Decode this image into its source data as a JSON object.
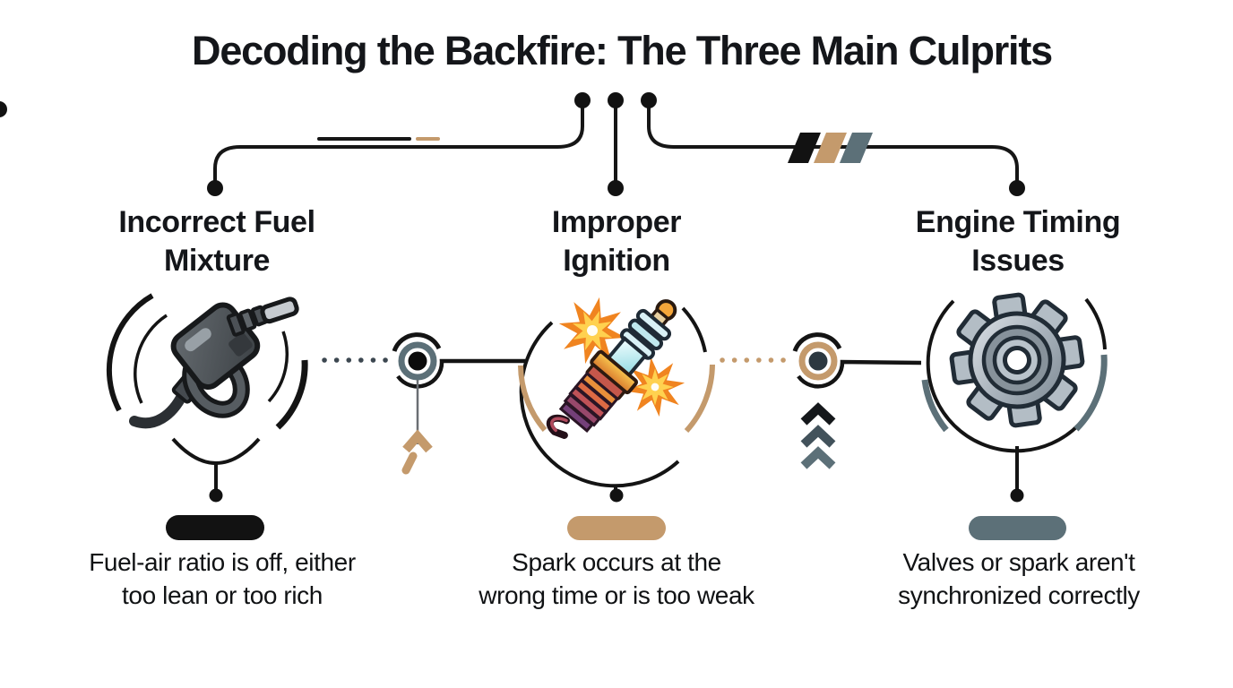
{
  "title": "Decoding the Backfire: The Three Main Culprits",
  "colors": {
    "black": "#121212",
    "line": "#161616",
    "tan": "#c49a6c",
    "slate": "#5c7078",
    "slate_dark": "#42525b",
    "dot_gray": "#3c4750",
    "node_center_dark": "#2c3840"
  },
  "columns": [
    {
      "id": "incorrect-fuel-mixture",
      "heading_line1": "Incorrect Fuel",
      "heading_line2": "Mixture",
      "icon": "fuel-nozzle-icon",
      "pill_color": "#121212",
      "desc_line1": "Fuel-air ratio is off, either",
      "desc_line2": "too lean or too rich"
    },
    {
      "id": "improper-ignition",
      "heading_line1": "Improper",
      "heading_line2": "Ignition",
      "icon": "spark-plug-icon",
      "pill_color": "#c49a6c",
      "desc_line1": "Spark occurs at the",
      "desc_line2": "wrong time or is too weak"
    },
    {
      "id": "engine-timing-issues",
      "heading_line1": "Engine Timing",
      "heading_line2": "Issues",
      "icon": "gear-icon",
      "pill_color": "#5c7078",
      "desc_line1": "Valves or spark aren't",
      "desc_line2": "synchronized correctly"
    }
  ]
}
